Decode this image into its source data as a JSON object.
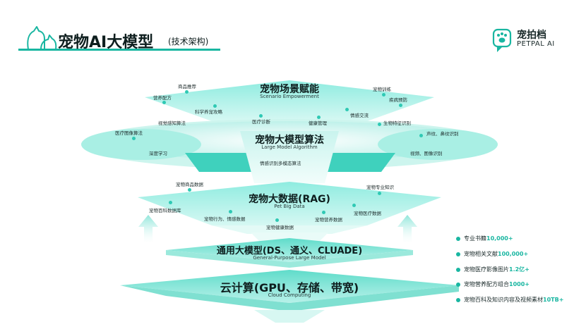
{
  "header": {
    "title": "宠物AI大模型",
    "subtitle": "(技术架构)"
  },
  "brand": {
    "name_cn": "宠拍档",
    "name_en": "PETPAL AI",
    "color": "#19b6a1"
  },
  "layers": {
    "scenario": {
      "title": "宠物场景赋能",
      "subtitle": "Scenario Empowerment",
      "items": [
        "商品推荐",
        "营养配方",
        "科学养宠攻略",
        "宠物训练",
        "疾病预防",
        "医疗诊断",
        "健康管理",
        "情感交流"
      ]
    },
    "algorithm": {
      "title": "宠物大模型算法",
      "subtitle": "Large Model Algorithm",
      "items": [
        "视觉感知算法",
        "医疗图像算法",
        "深度学习",
        "生物特征识别",
        "声纹、鼻纹识别",
        "视频、图像识别",
        "情感识别多模态算法"
      ]
    },
    "bigdata": {
      "title": "宠物大数据(RAG)",
      "subtitle": "Pet Big Data",
      "items": [
        "宠物商品数据",
        "宠物专业知识",
        "宠物百科数据库",
        "宠物行为、情感数据",
        "宠物健康数据",
        "宠物营养数据",
        "宠物医疗数据"
      ]
    },
    "general": {
      "title": "通用大模型(DS、通义、CLUADE)",
      "subtitle": "General-Purpose Large Model"
    },
    "cloud": {
      "title": "云计算(GPU、存储、带宽)",
      "subtitle": "Cloud Computing"
    }
  },
  "stats": [
    {
      "label": "专业书籍",
      "value": "10,000+"
    },
    {
      "label": "宠物相关文献",
      "value": "100,000+"
    },
    {
      "label": "宠物医疗影像图片",
      "value": "1.2亿+"
    },
    {
      "label": "宠物营养配方组合",
      "value": "1000+"
    },
    {
      "label": "宠物百科及知识内容及视频素材",
      "value": "10TB+"
    }
  ],
  "icons": [
    "pet-logo-icon",
    "paw-icon",
    "up-arrow-icon",
    "stat-dot-icon"
  ],
  "colors": {
    "accent": "#19b6a1",
    "accent_light": "#7fe6d6",
    "text": "#0e1e1e"
  }
}
